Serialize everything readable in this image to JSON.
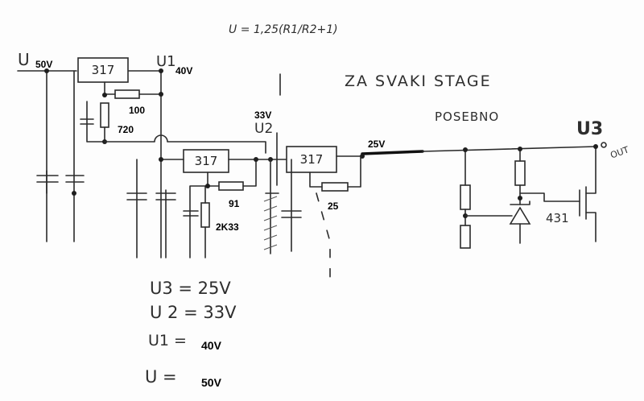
{
  "formula": "U = 1,25(R1/R2+1)",
  "note": {
    "line1": "ZA SVAKI STAGE",
    "line2": "POSEBNO"
  },
  "rails": {
    "u_in": {
      "name": "U",
      "value": "50V"
    },
    "u1": {
      "name": "U1",
      "value": "40V"
    },
    "u2": {
      "name": "U2",
      "value": "33V"
    },
    "u3": {
      "name": "U3",
      "value": "25V"
    },
    "out": "OUT"
  },
  "regulators": [
    "317",
    "317",
    "317"
  ],
  "resistors": [
    "100",
    "720",
    "91",
    "2K33",
    "25"
  ],
  "shunt_ref": "431",
  "summary": [
    {
      "label": "U3 = 25V",
      "value": ""
    },
    {
      "label": "U 2 = 33V",
      "value": ""
    },
    {
      "label": "U1 =",
      "value": "40V"
    },
    {
      "label": "U =",
      "value": "50V"
    }
  ]
}
